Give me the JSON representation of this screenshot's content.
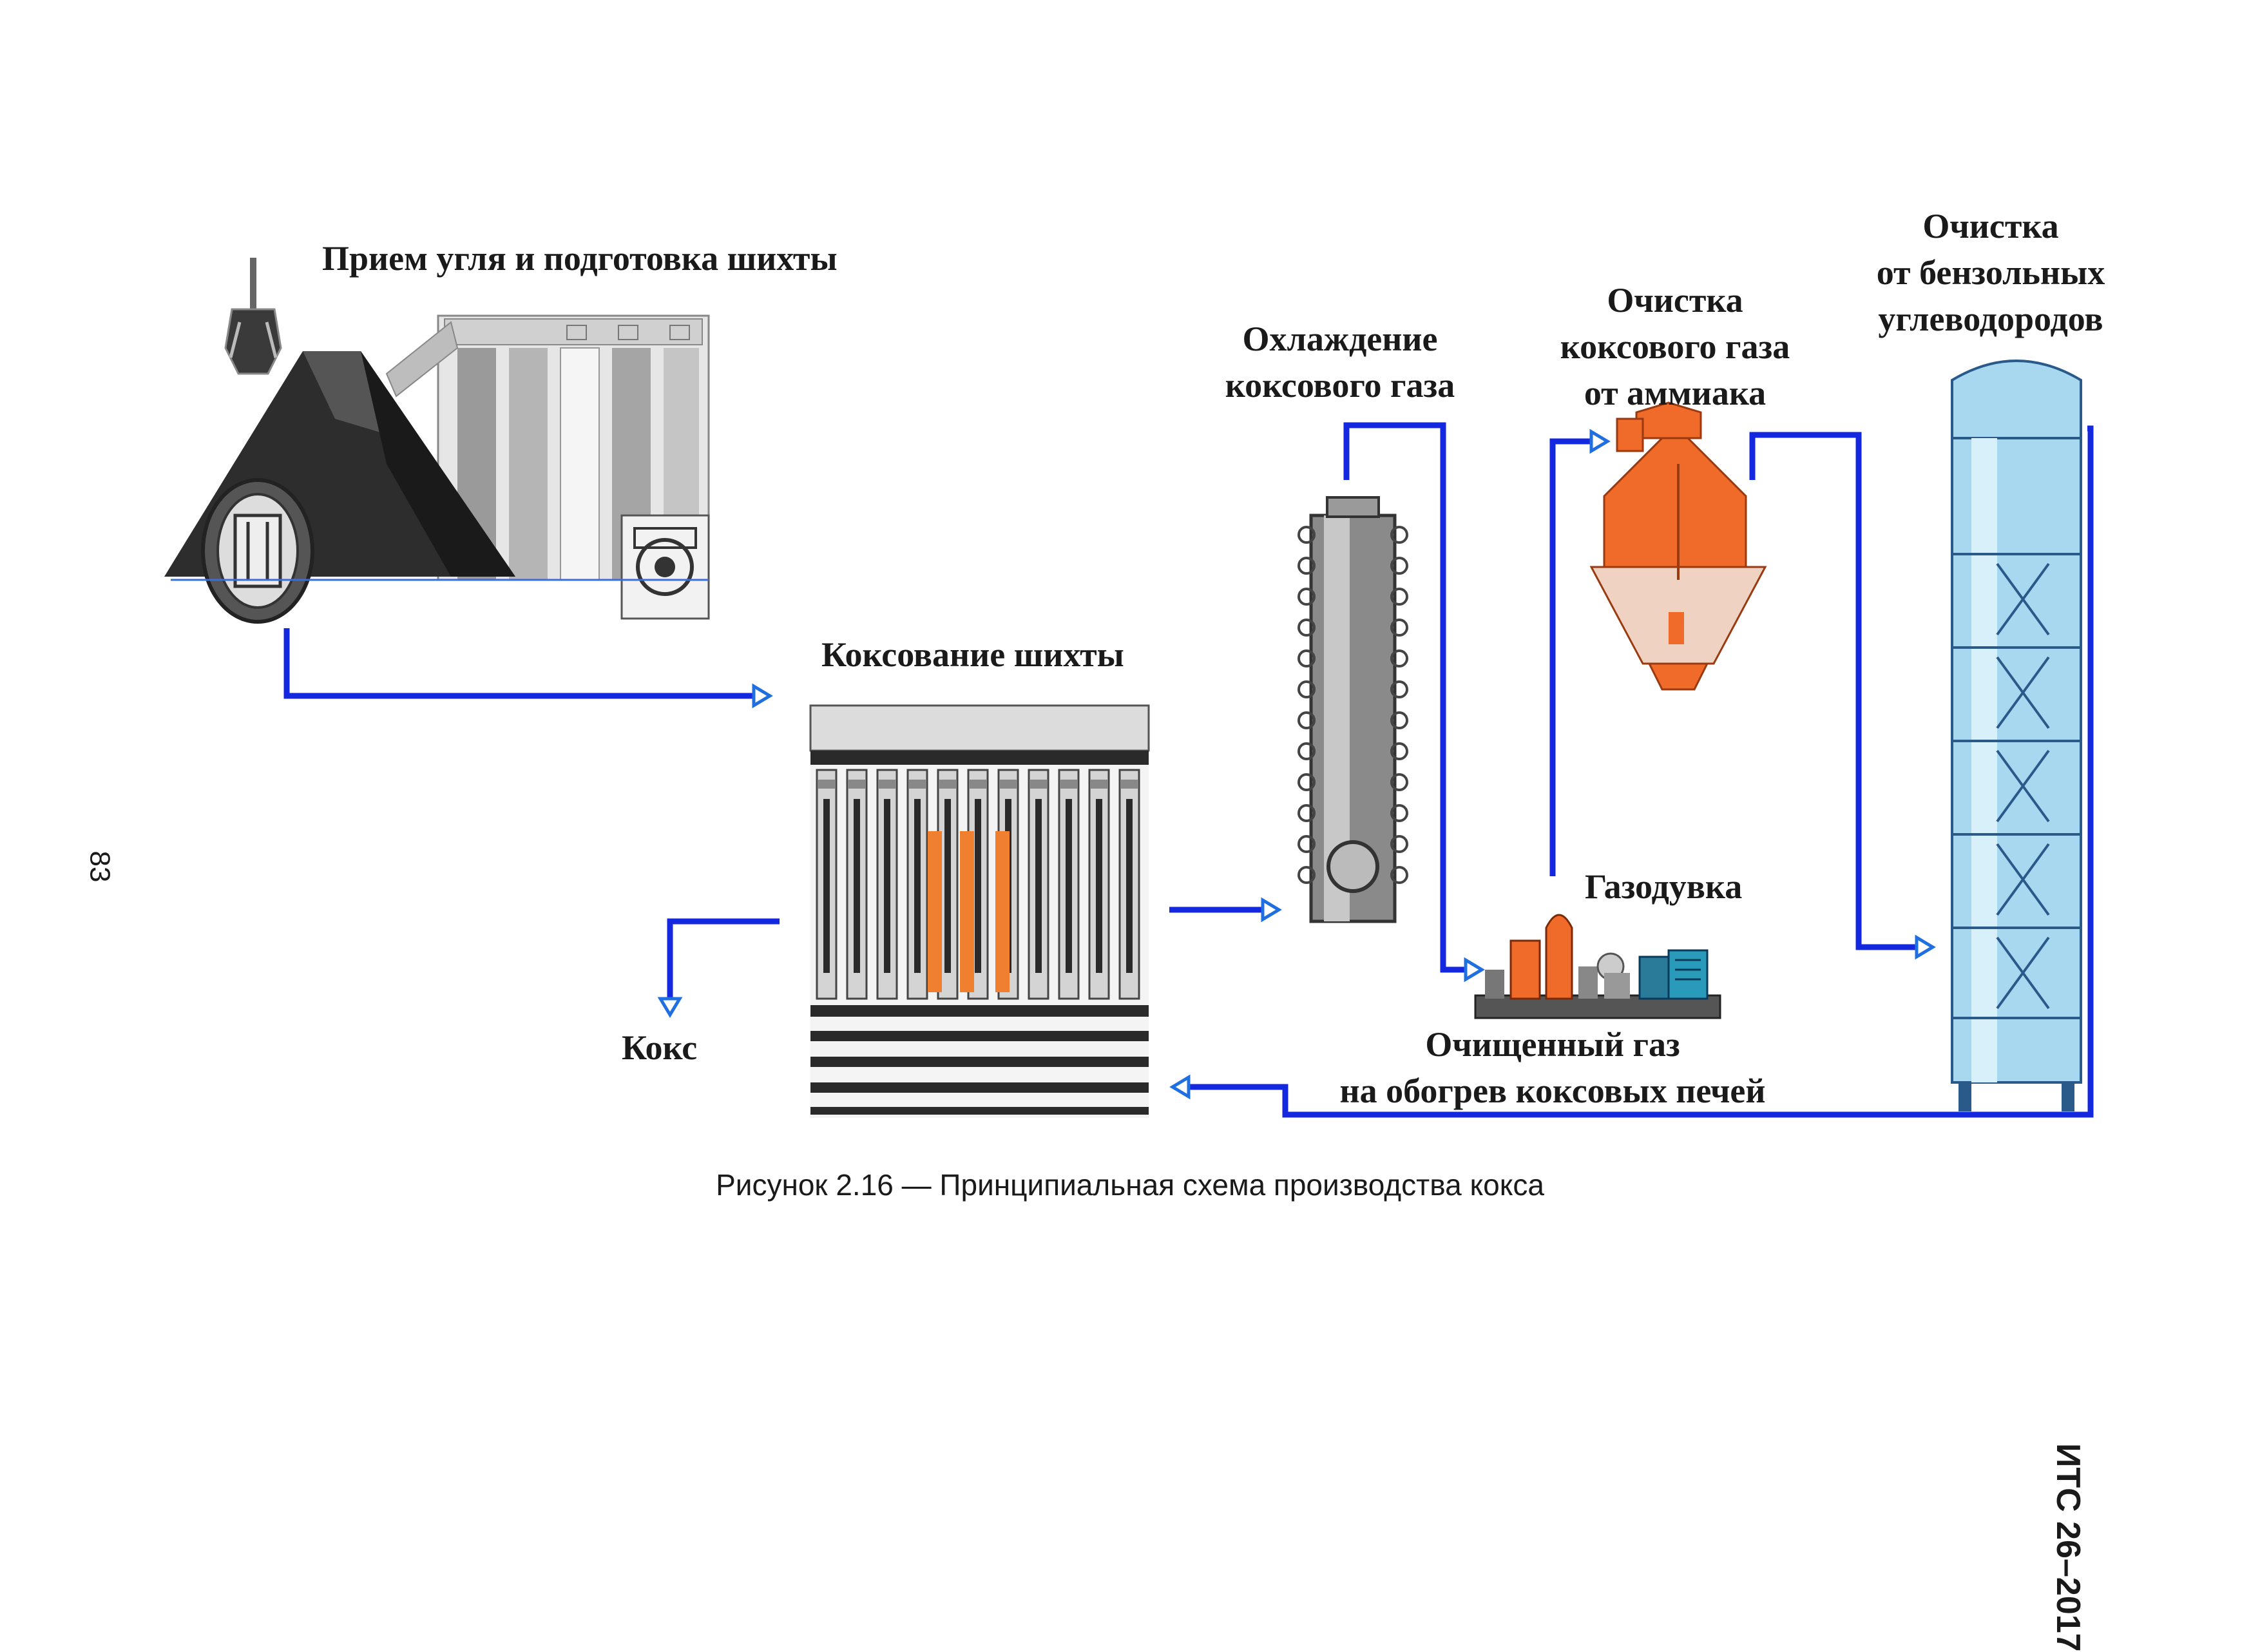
{
  "labels": {
    "coal_prep": "Прием угля и подготовка шихты",
    "coking": "Коксование шихты",
    "cooling": [
      "Охлаждение",
      "коксового газа"
    ],
    "ammonia": [
      "Очистка",
      "коксового газа",
      "от аммиака"
    ],
    "benzene": [
      "Очистка",
      "от бензольных",
      "углеводородов"
    ],
    "blower": "Газодувка",
    "coke": "Кокс",
    "clean_gas": [
      "Очищенный газ",
      "на обогрев коксовых печей"
    ]
  },
  "caption": "Рисунок 2.16 — Принципиальная схема производства кокса",
  "page_number": "83",
  "standard": "ИТС 26–2017",
  "colors": {
    "flow_line": "#1428e0",
    "flow_arrow": "#1f6fe0",
    "equipment_grey": "#7a7a7a",
    "scrubber_orange": "#f06a2a",
    "column_blue": "#a8d8f0",
    "oven_heat": "#f08030"
  }
}
